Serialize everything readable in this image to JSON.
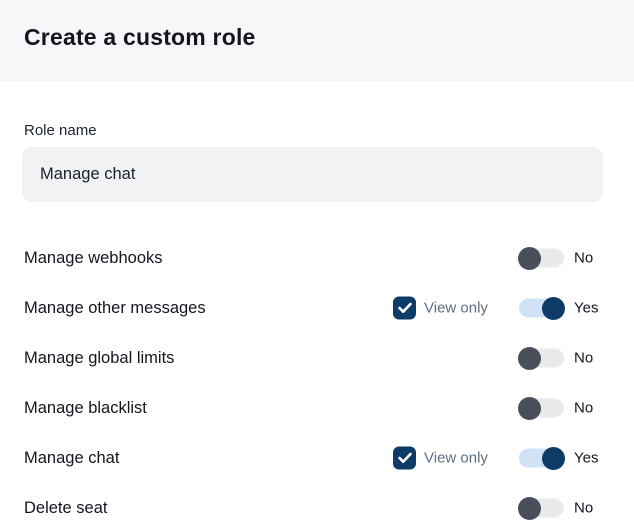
{
  "header": {
    "title": "Create a custom role"
  },
  "form": {
    "role_name_label": "Role name",
    "role_name_value": "Manage chat"
  },
  "permissions": [
    {
      "label": "Manage webhooks",
      "view_only": false,
      "view_only_label": "",
      "enabled": false,
      "state_label": "No"
    },
    {
      "label": "Manage other messages",
      "view_only": true,
      "view_only_label": "View only",
      "enabled": true,
      "state_label": "Yes"
    },
    {
      "label": "Manage global limits",
      "view_only": false,
      "view_only_label": "",
      "enabled": false,
      "state_label": "No"
    },
    {
      "label": "Manage blacklist",
      "view_only": false,
      "view_only_label": "",
      "enabled": false,
      "state_label": "No"
    },
    {
      "label": "Manage chat",
      "view_only": true,
      "view_only_label": "View only",
      "enabled": true,
      "state_label": "Yes"
    },
    {
      "label": "Delete seat",
      "view_only": false,
      "view_only_label": "",
      "enabled": false,
      "state_label": "No"
    }
  ],
  "colors": {
    "header_bg": "#f6f7f9",
    "text_dark": "#14161f",
    "input_bg": "#f1f2f4",
    "toggle_off_knob": "#484e5a",
    "toggle_off_track": "#e9eaec",
    "toggle_on_knob": "#0d3a66",
    "toggle_on_track": "#cfe2f6",
    "checkbox_bg": "#0d3a66",
    "view_only_text": "#5d6e81"
  }
}
